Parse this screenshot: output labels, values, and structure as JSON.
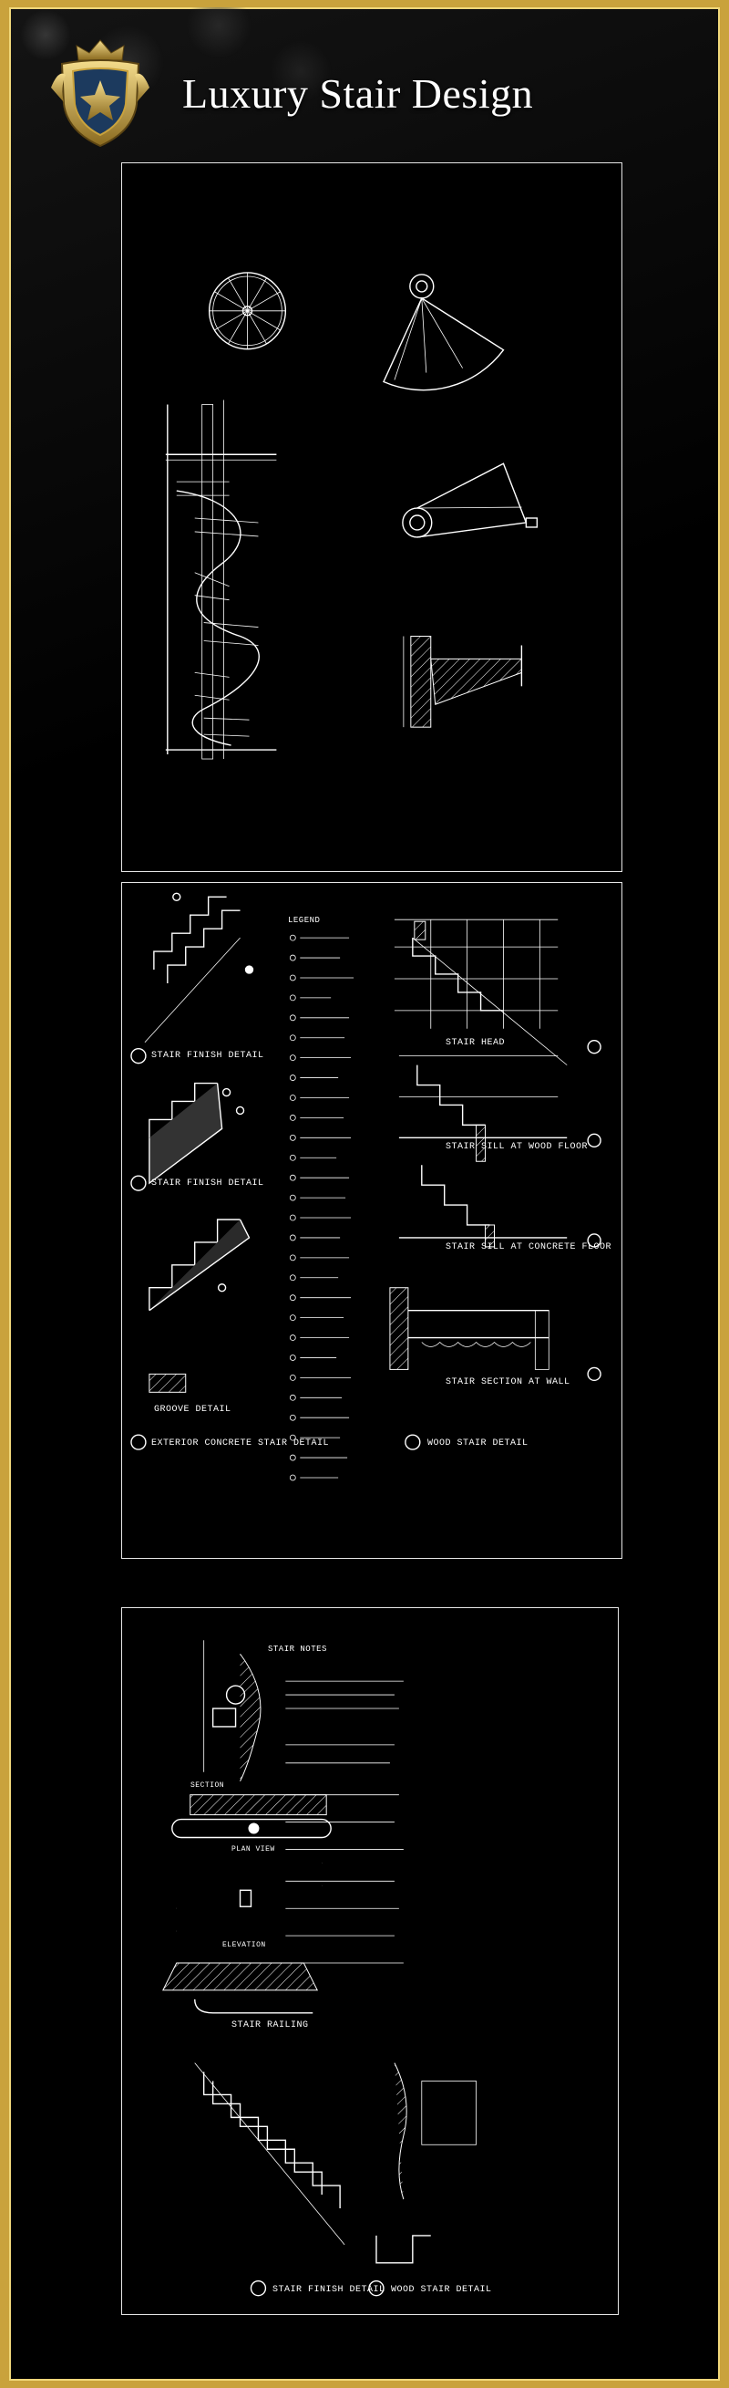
{
  "title": "Luxury Stair Design",
  "colors": {
    "gold": "#c9a23c",
    "background": "#000000",
    "line": "#ffffff"
  },
  "sheet2": {
    "legend_title": "LEGEND",
    "labels": {
      "stair_finish_detail_1": "STAIR FINISH DETAIL",
      "stair_finish_detail_2": "STAIR FINISH DETAIL",
      "groove_detail": "GROOVE DETAIL",
      "exterior_concrete": "EXTERIOR CONCRETE STAIR DETAIL",
      "stair_head": "STAIR HEAD",
      "sill_wood": "STAIR SILL AT WOOD FLOOR",
      "sill_concrete": "STAIR SILL AT CONCRETE FLOOR",
      "section_wall": "STAIR SECTION AT WALL",
      "wood_stair_detail": "WOOD STAIR DETAIL"
    }
  },
  "sheet3": {
    "notes_title": "STAIR NOTES",
    "labels": {
      "stair_railing": "STAIR RAILING",
      "stair_finish_detail": "STAIR FINISH DETAIL",
      "wood_stair_detail": "WOOD STAIR DETAIL",
      "section": "SECTION",
      "plan_view": "PLAN VIEW",
      "elevation": "ELEVATION"
    }
  }
}
